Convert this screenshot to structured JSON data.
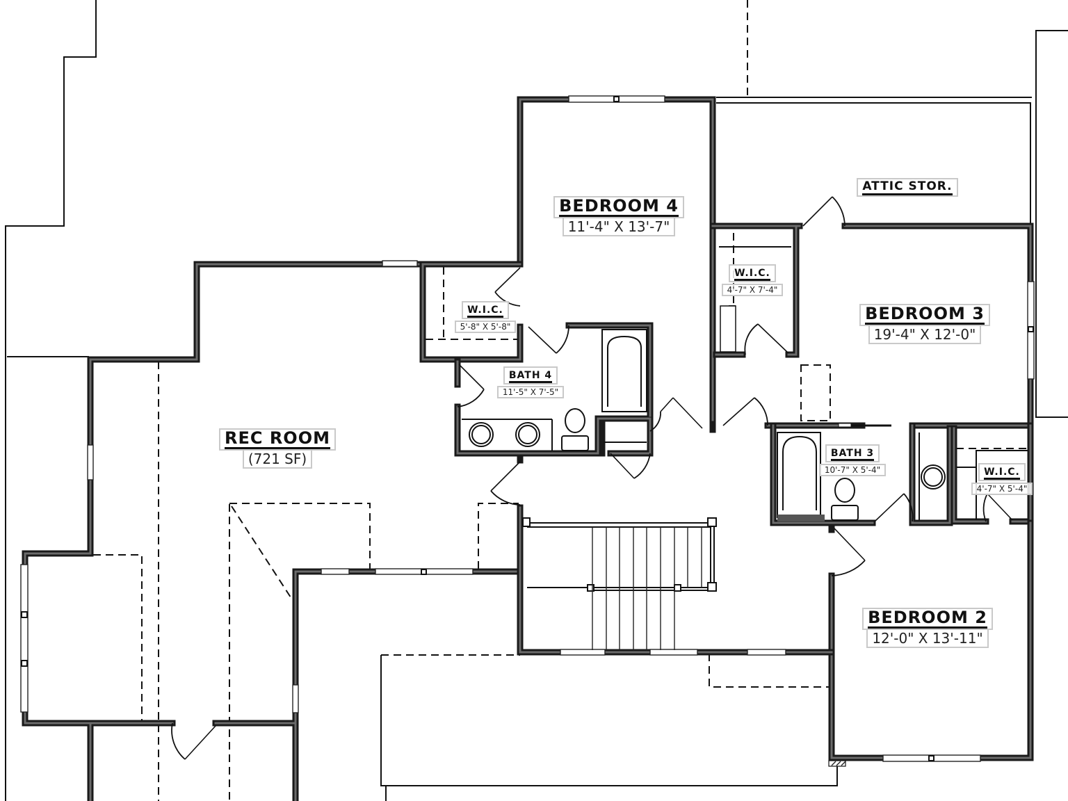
{
  "plan": {
    "type": "floor-plan",
    "level": "upper floor",
    "wall_color": "#1a1a1a",
    "wall_core_color": "#6b6b6b",
    "label_box_color": "#c9c9c9"
  },
  "rooms": {
    "bedroom4": {
      "name": "BEDROOM 4",
      "dims": "11'-4\" X 13'-7\""
    },
    "attic": {
      "name": "ATTIC STOR."
    },
    "bedroom3": {
      "name": "BEDROOM 3",
      "dims": "19'-4\" X 12'-0\""
    },
    "wic3": {
      "name": "W.I.C.",
      "dims": "4'-7\" X 7'-4\""
    },
    "wic4": {
      "name": "W.I.C.",
      "dims": "5'-8\" X 5'-8\""
    },
    "bath4": {
      "name": "BATH 4",
      "dims": "11'-5\" X 7'-5\""
    },
    "bath3": {
      "name": "BATH 3",
      "dims": "10'-7\" X 5'-4\""
    },
    "wic2": {
      "name": "W.I.C.",
      "dims": "4'-7\" X 5'-4\""
    },
    "bedroom2": {
      "name": "BEDROOM 2",
      "dims": "12'-0\" X 13'-11\""
    },
    "recroom": {
      "name": "REC ROOM",
      "dims": "(721 SF)"
    }
  }
}
